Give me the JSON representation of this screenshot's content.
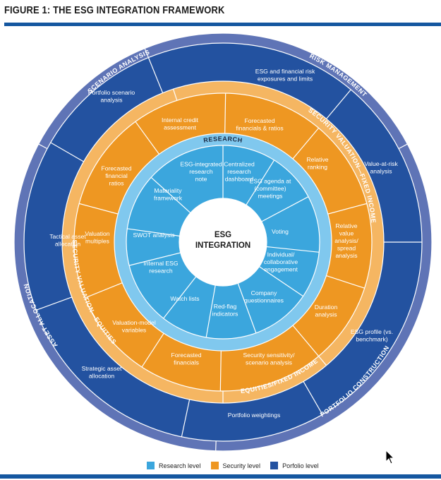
{
  "title": "FIGURE 1:  THE ESG INTEGRATION FRAMEWORK",
  "colors": {
    "rule": "#1557a0",
    "portfolio_outer_band": "#5f74b6",
    "portfolio": "#2352a0",
    "security_outer_band": "#f5b662",
    "security": "#ee9722",
    "research_outer_band": "#80c8ee",
    "research": "#3ba6dd",
    "center": "#ffffff"
  },
  "center": {
    "line1": "ESG",
    "line2": "INTEGRATION"
  },
  "research": {
    "band_label": "RESEARCH",
    "segments": [
      [
        "ESG-integrated",
        "research",
        "note"
      ],
      [
        "Centralized",
        "research",
        "dashboard"
      ],
      [
        "ESG agenda at",
        "(committee)",
        "meetings"
      ],
      [
        "Voting"
      ],
      [
        "Individual/",
        "collaborative",
        "engagement"
      ],
      [
        "Company",
        "questionnaires"
      ],
      [
        "Red-flag",
        "indicators"
      ],
      [
        "Watch lists"
      ],
      [
        "Internal ESG",
        "research"
      ],
      [
        "SWOT analysis"
      ],
      [
        "Materiality",
        "framework"
      ]
    ]
  },
  "security": {
    "band_labels": [
      "SECURITY VALUATION—FIXED INCOME",
      "EQUITIES/FIXED INCOME",
      "SECURITY VALUATION—EQUITIES"
    ],
    "segments": [
      [
        "Forecasted",
        "financials & ratios"
      ],
      [
        "Relative",
        "ranking"
      ],
      [
        "Relative",
        "value",
        "analysis/",
        "spread",
        "analysis"
      ],
      [
        "Duration",
        "analysis"
      ],
      [
        "Security sensitivity/",
        "scenario analysis"
      ],
      [
        "Forecasted",
        "financials"
      ],
      [
        "Valuation-model",
        "variables"
      ],
      [
        "Valuation",
        "multiples"
      ],
      [
        "Forecasted",
        "financial",
        "ratios"
      ],
      [
        "Internal credit",
        "assessment"
      ]
    ]
  },
  "portfolio": {
    "band_labels": [
      "RISK MANAGEMENT",
      "PORTFOLIO CONSTRUCTION",
      "ASSET ALLOCATION",
      "SCENARIO ANALYSIS"
    ],
    "segments": [
      [
        "ESG and financial risk",
        "exposures and limits"
      ],
      [
        "Value-at-risk",
        "analysis"
      ],
      [
        "ESG profile (vs.",
        "benchmark)"
      ],
      [
        "Portfolio weightings"
      ],
      [
        "Strategic asset",
        "allocation"
      ],
      [
        "Tactical asset",
        "allocation"
      ],
      [
        "Portfolio scenario",
        "analysis"
      ]
    ]
  },
  "legend": [
    {
      "label": "Research level",
      "color": "#3ba6dd"
    },
    {
      "label": "Security level",
      "color": "#ee9722"
    },
    {
      "label": "Porfolio level",
      "color": "#2352a0"
    }
  ]
}
